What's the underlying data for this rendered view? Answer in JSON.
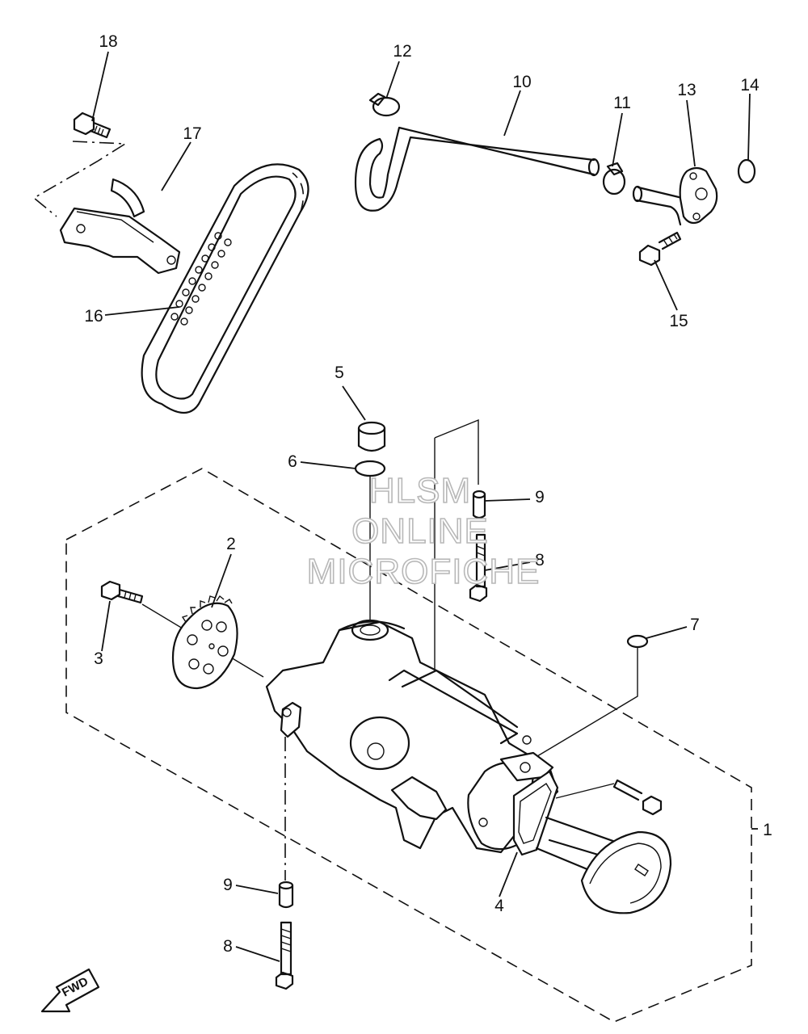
{
  "diagram": {
    "callouts": {
      "c1": "1",
      "c2": "2",
      "c3": "3",
      "c4": "4",
      "c5": "5",
      "c6": "6",
      "c7": "7",
      "c8a": "8",
      "c8b": "8",
      "c9a": "9",
      "c9b": "9",
      "c10": "10",
      "c11": "11",
      "c12": "12",
      "c13": "13",
      "c14": "14",
      "c15": "15",
      "c16": "16",
      "c17": "17",
      "c18": "18"
    },
    "watermark": {
      "line1": "HLSM",
      "line2": "ONLINE",
      "line3": "MICROFICHE"
    },
    "direction_badge": "FWD"
  }
}
